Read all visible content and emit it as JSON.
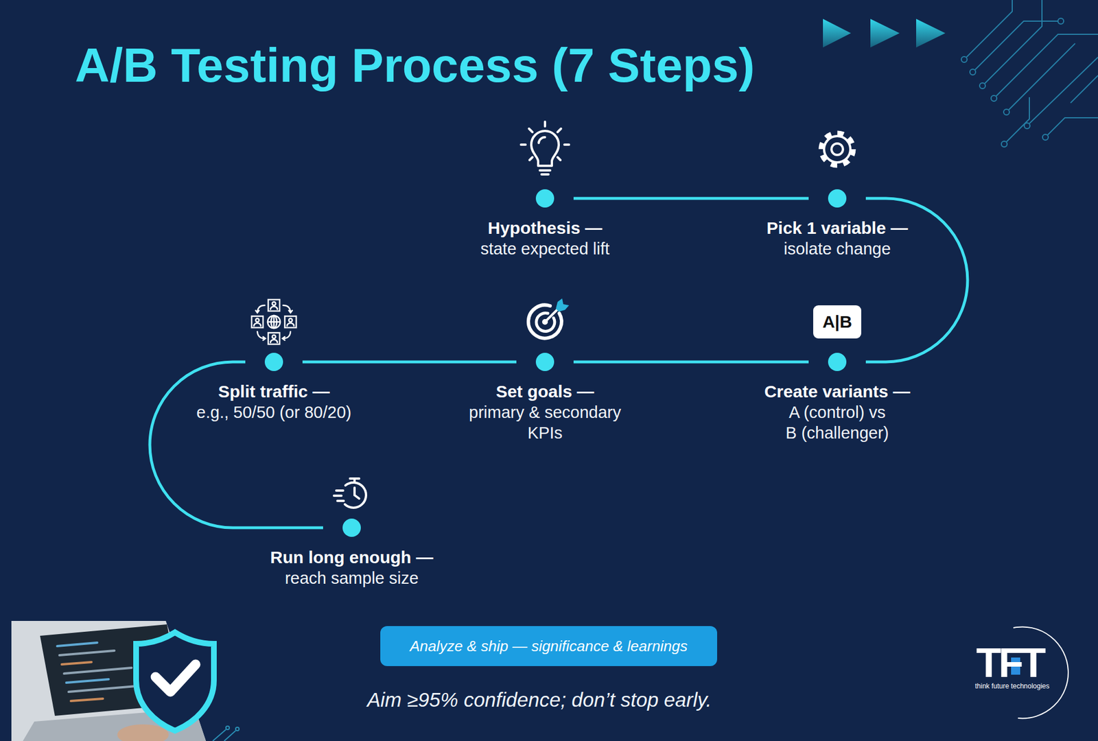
{
  "diagram": {
    "title": "A/B Testing Process (7 Steps)",
    "caption": "Aim ≥95% confidence; don’t stop early.",
    "nodes": [
      {
        "text": [
          "Hypothesis —",
          "state expected lift"
        ]
      },
      {
        "text": [
          "Pick 1 variable —",
          "isolate change"
        ]
      },
      {
        "text": [
          "Create variants —",
          "A (control) vs B (challenger)"
        ]
      },
      {
        "text": [
          "Set goals —",
          "primary & secondary KPIs"
        ]
      },
      {
        "text": [
          "Split traffic —",
          "e.g., 50/50 (or 80/20)"
        ]
      },
      {
        "text": [
          "Run long enough —",
          "reach sample size"
        ]
      },
      {
        "text": [
          "Analyze & ship — significance & learnings"
        ]
      }
    ],
    "edges": [
      {
        "from": 0,
        "to": 1,
        "arrow": "none"
      },
      {
        "from": 1,
        "to": 2,
        "arrow": "none"
      },
      {
        "from": 2,
        "to": 3,
        "arrow": "none"
      },
      {
        "from": 3,
        "to": 4,
        "arrow": "none"
      },
      {
        "from": 4,
        "to": 5,
        "arrow": "none"
      }
    ],
    "labels": [
      "A|B",
      "TFT",
      "think future technologies"
    ]
  }
}
